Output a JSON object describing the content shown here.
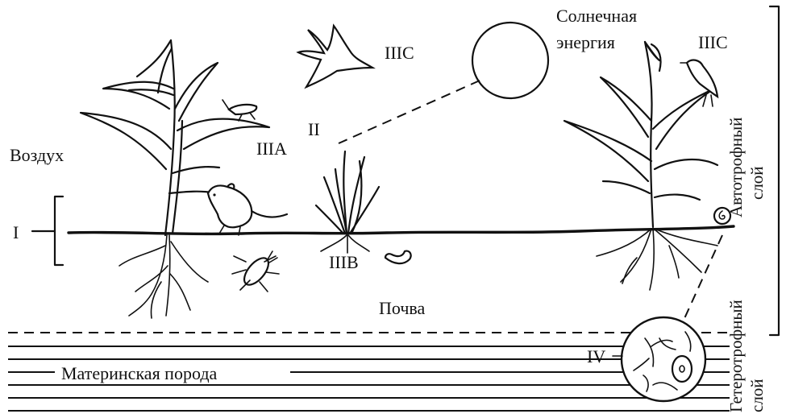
{
  "labels": {
    "air": "Воздух",
    "soil": "Почва",
    "parent_rock": "Материнская порода",
    "solar_energy_line1": "Солнечная",
    "solar_energy_line2": "энергия",
    "layer_I": "I",
    "layer_II": "II",
    "layer_IIIA": "IIIA",
    "layer_IIIB": "IIIB",
    "layer_IIIC_bird": "IIIC",
    "layer_IIIC_right": "IIIC",
    "layer_IV": "IV",
    "autotrophic_line1": "Автотрофный",
    "autotrophic_line2": "слой",
    "heterotrophic_line1": "Гетеротрофный",
    "heterotrophic_line2": "слой"
  },
  "colors": {
    "ink": "#111111",
    "background": "#ffffff"
  }
}
